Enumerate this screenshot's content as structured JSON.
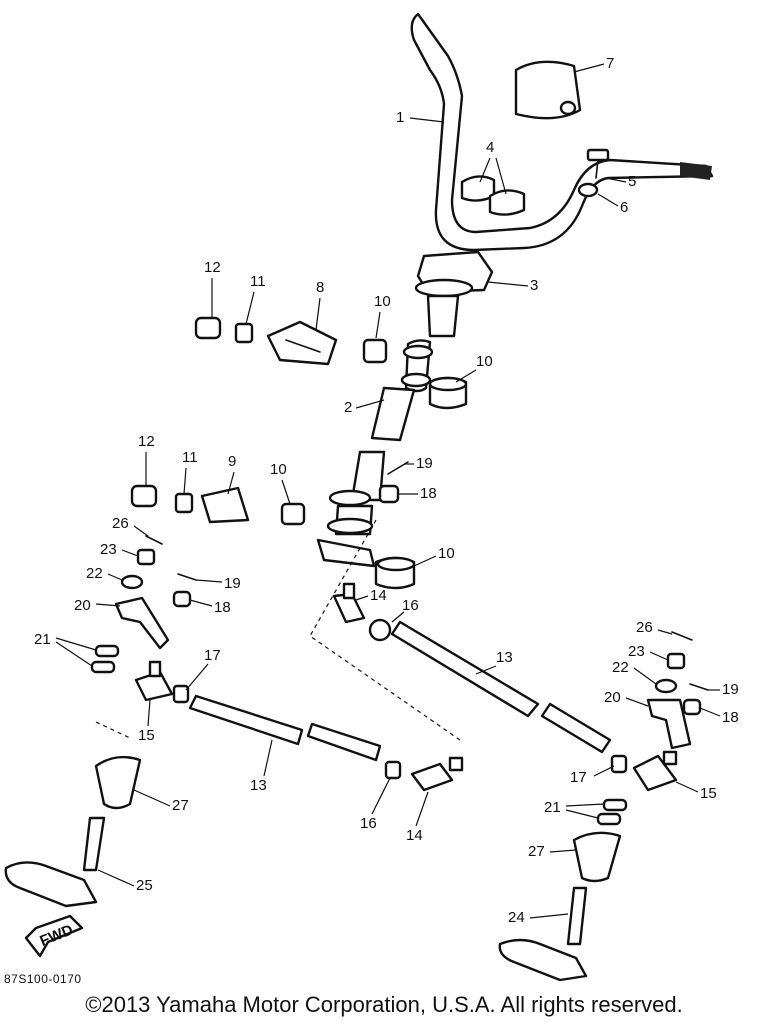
{
  "part_code": "87S100-0170",
  "copyright": "©2013 Yamaha Motor Corporation, U.S.A. All rights reserved.",
  "fwd_label": "FWD",
  "callouts": [
    {
      "n": "1"
    },
    {
      "n": "2"
    },
    {
      "n": "3"
    },
    {
      "n": "4"
    },
    {
      "n": "5"
    },
    {
      "n": "6"
    },
    {
      "n": "7"
    },
    {
      "n": "8"
    },
    {
      "n": "9"
    },
    {
      "n": "10"
    },
    {
      "n": "10"
    },
    {
      "n": "10"
    },
    {
      "n": "10"
    },
    {
      "n": "11"
    },
    {
      "n": "11"
    },
    {
      "n": "12"
    },
    {
      "n": "12"
    },
    {
      "n": "13"
    },
    {
      "n": "13"
    },
    {
      "n": "14"
    },
    {
      "n": "14"
    },
    {
      "n": "15"
    },
    {
      "n": "15"
    },
    {
      "n": "16"
    },
    {
      "n": "16"
    },
    {
      "n": "17"
    },
    {
      "n": "17"
    },
    {
      "n": "18"
    },
    {
      "n": "18"
    },
    {
      "n": "18"
    },
    {
      "n": "19"
    },
    {
      "n": "19"
    },
    {
      "n": "19"
    },
    {
      "n": "20"
    },
    {
      "n": "20"
    },
    {
      "n": "21"
    },
    {
      "n": "21"
    },
    {
      "n": "22"
    },
    {
      "n": "22"
    },
    {
      "n": "23"
    },
    {
      "n": "23"
    },
    {
      "n": "24"
    },
    {
      "n": "25"
    },
    {
      "n": "26"
    },
    {
      "n": "26"
    },
    {
      "n": "27"
    },
    {
      "n": "27"
    }
  ]
}
